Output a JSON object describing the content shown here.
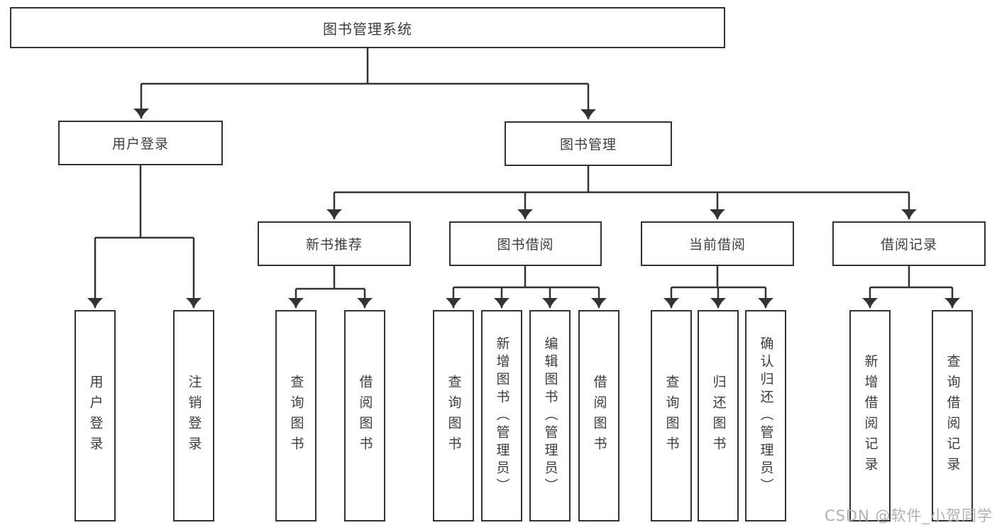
{
  "colors": {
    "line": "#333333",
    "text": "#3d3d3d",
    "background": "#ffffff",
    "watermark": "#b0b0b0"
  },
  "tree": {
    "root": {
      "label": "图书管理系统"
    },
    "children": [
      {
        "label": "用户登录",
        "children": [
          {
            "label": "用户登录"
          },
          {
            "label": "注销登录"
          }
        ]
      },
      {
        "label": "图书管理",
        "children": [
          {
            "label": "新书推荐",
            "children": [
              {
                "label": "查询图书"
              },
              {
                "label": "借阅图书"
              }
            ]
          },
          {
            "label": "图书借阅",
            "children": [
              {
                "label": "查询图书"
              },
              {
                "label": "新增图书（管理员）"
              },
              {
                "label": "编辑图书（管理员）"
              },
              {
                "label": "借阅图书"
              }
            ]
          },
          {
            "label": "当前借阅",
            "children": [
              {
                "label": "查询图书"
              },
              {
                "label": "归还图书"
              },
              {
                "label": "确认归还（管理员）"
              }
            ]
          },
          {
            "label": "借阅记录",
            "children": [
              {
                "label": "新增借阅记录"
              },
              {
                "label": "查询借阅记录"
              }
            ]
          }
        ]
      }
    ]
  },
  "watermark": {
    "text": "CSDN @软件_小贺同学"
  }
}
